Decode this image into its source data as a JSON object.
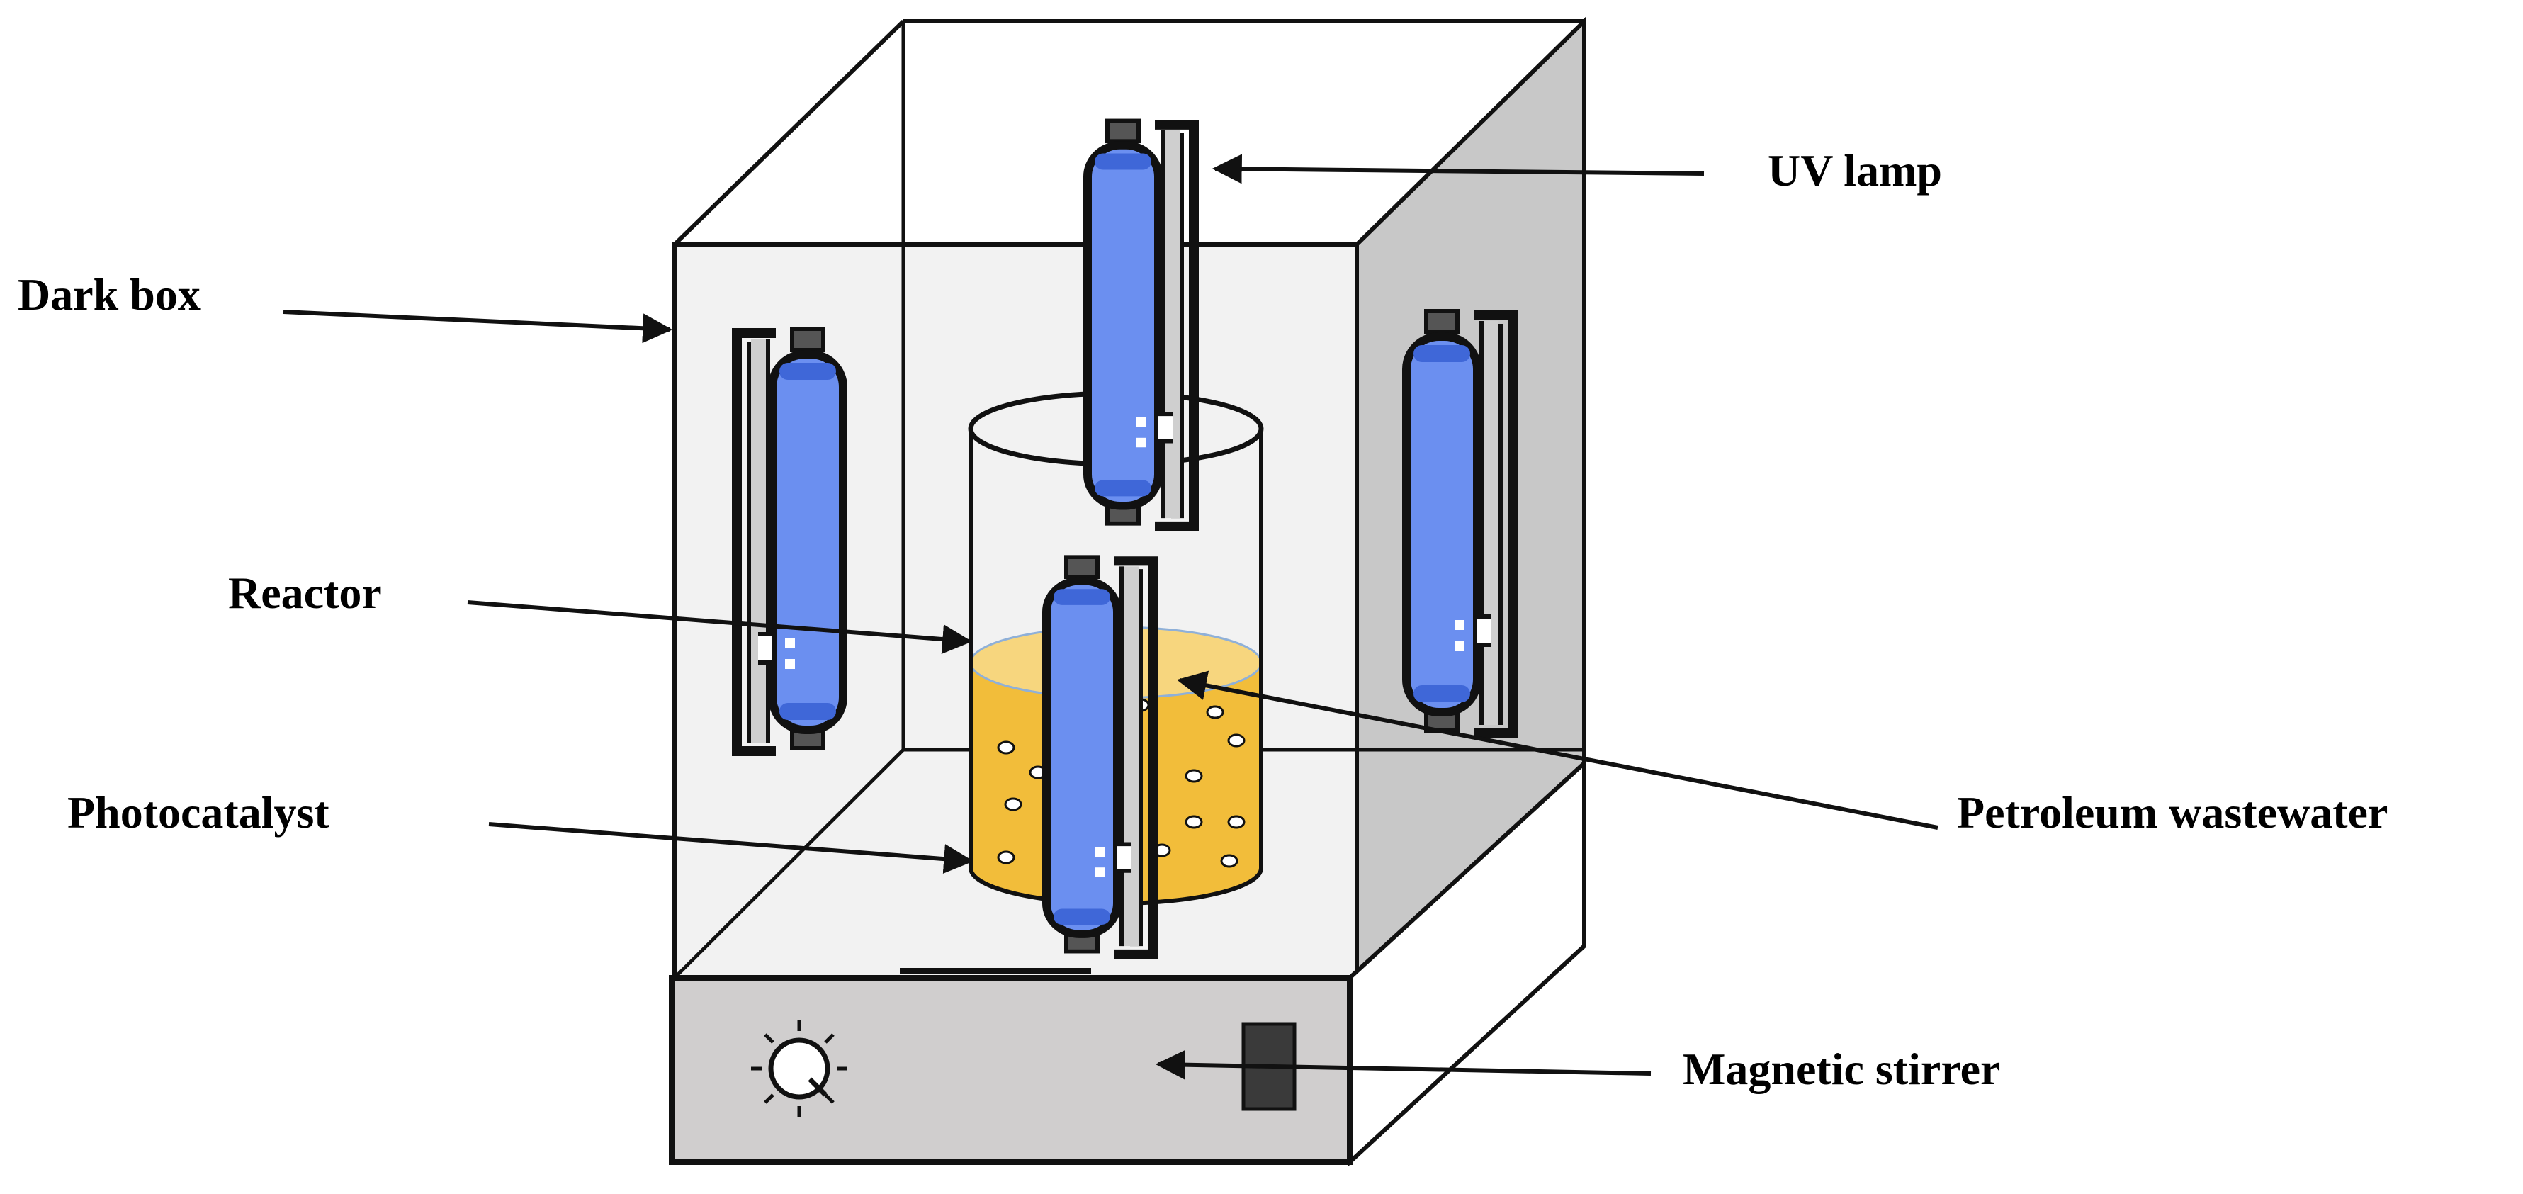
{
  "labels": {
    "uv_lamp": "UV lamp",
    "dark_box": "Dark box",
    "reactor": "Reactor",
    "photocatalyst": "Photocatalyst",
    "petroleum_wastewater": "Petroleum wastewater",
    "magnetic_stirrer": "Magnetic stirrer"
  },
  "colors": {
    "lamp_tube": "#6b8ff0",
    "lamp_tube_dark": "#3f67d8",
    "wastewater": "#f2bd3a",
    "wastewater_surface": "#f7d67e",
    "box_front": "#f2f2f2",
    "box_side": "#c8c8c8",
    "stirrer_body": "#d0cece",
    "stirrer_switch": "#3a3a3a",
    "outline": "#111111"
  }
}
